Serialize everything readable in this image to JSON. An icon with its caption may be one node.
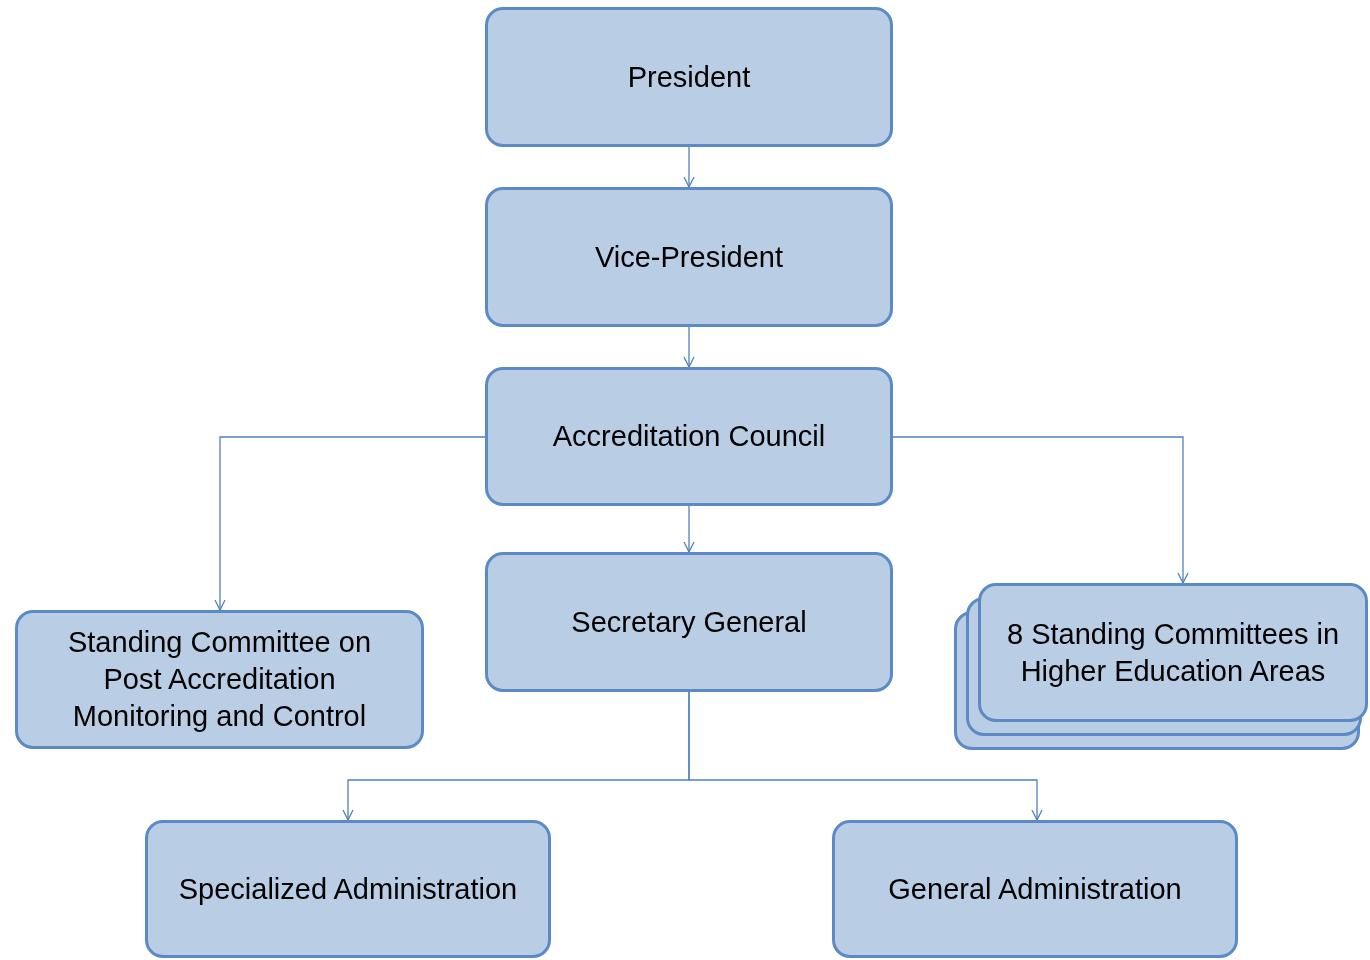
{
  "diagram": {
    "nodes": [
      {
        "text": [
          "President"
        ]
      },
      {
        "text": [
          "Vice-President"
        ]
      },
      {
        "text": [
          "Accreditation Council"
        ]
      },
      {
        "text": [
          "Standing Committee on Post Accreditation Monitoring and Control"
        ]
      },
      {
        "text": [
          "Secretary General"
        ]
      },
      {
        "text": [
          "8 Standing Committees in Higher Education Areas"
        ]
      },
      {
        "text": [
          "Specialized Administration"
        ]
      },
      {
        "text": [
          "General Administration"
        ]
      }
    ],
    "edges": [
      {
        "from": 0,
        "to": 1,
        "arrow": "to"
      },
      {
        "from": 1,
        "to": 2,
        "arrow": "to"
      },
      {
        "from": 2,
        "to": 3,
        "arrow": "to"
      },
      {
        "from": 2,
        "to": 4,
        "arrow": "to"
      },
      {
        "from": 2,
        "to": 5,
        "arrow": "to"
      },
      {
        "from": 4,
        "to": 6,
        "arrow": "to"
      },
      {
        "from": 4,
        "to": 7,
        "arrow": "to"
      }
    ]
  }
}
